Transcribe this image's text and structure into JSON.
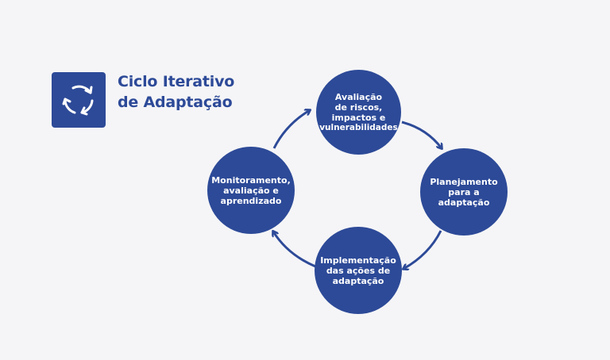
{
  "header": {
    "icon": "refresh-cycle-icon",
    "title_line1": "Ciclo Iterativo",
    "title_line2": "de Adaptação"
  },
  "cycle": {
    "nodes": [
      {
        "label_lines": [
          "Avaliação",
          "de riscos,",
          "impactos e",
          "vulnerabilidades"
        ]
      },
      {
        "label_lines": [
          "Planejamento",
          "para a",
          "adaptação"
        ]
      },
      {
        "label_lines": [
          "Implementação",
          "das ações de",
          "adaptação"
        ]
      },
      {
        "label_lines": [
          "Monitoramento,",
          "avaliação e",
          "aprendizado"
        ]
      }
    ],
    "arrow_icon": "curved-arrow-icon"
  },
  "colors": {
    "background": "#f5f5f7",
    "accent": "#2d4a98",
    "text_on_accent": "#ffffff"
  }
}
